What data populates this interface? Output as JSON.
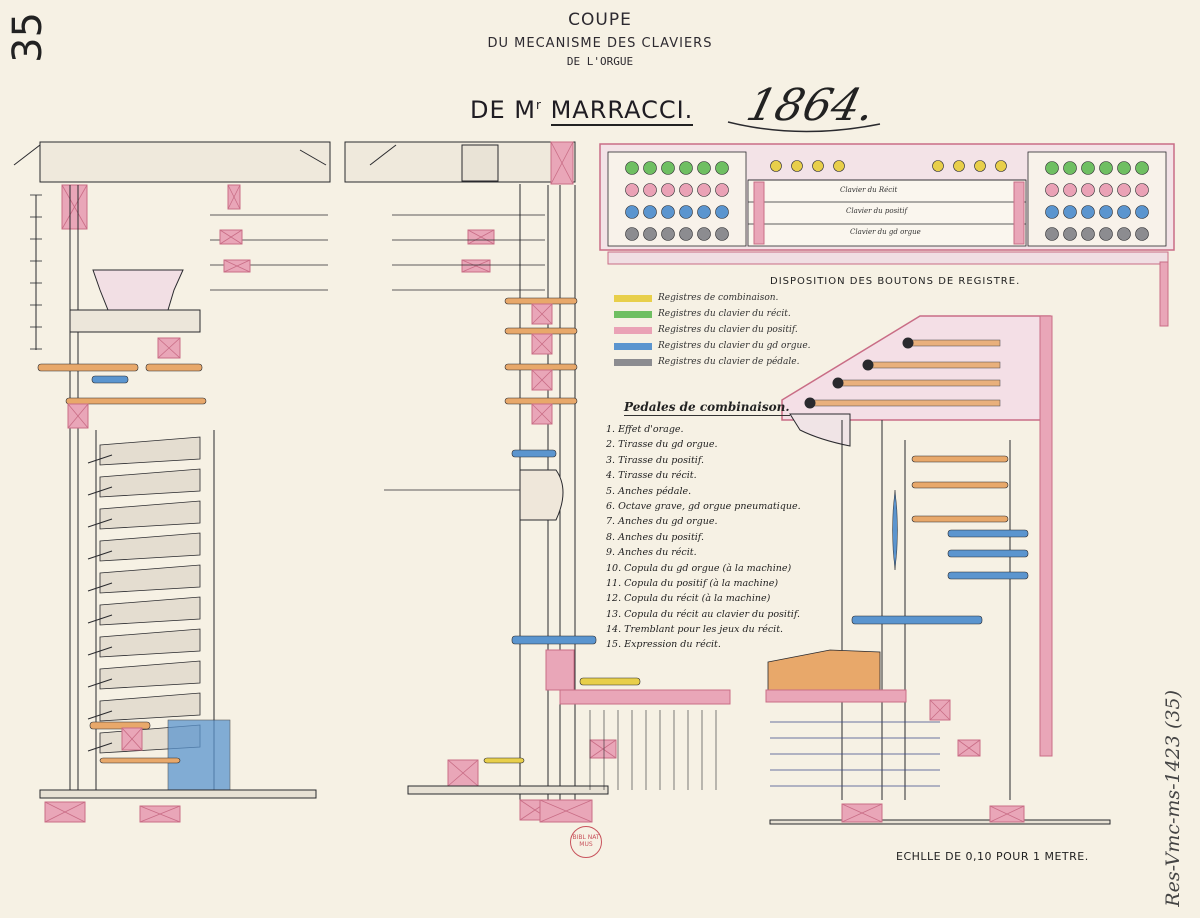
{
  "sheet_number": "35",
  "title": {
    "line1": "COUPE",
    "line2": "DU MECANISME DES CLAVIERS",
    "line3": "DE L'ORGUE",
    "main_prefix": "DE M",
    "main_sup": "r",
    "main_name": "MARRACCI.",
    "year": "1864."
  },
  "console": {
    "keyboard_labels": [
      "Clavier du Récit",
      "Clavier du positif",
      "Clavier du gd orgue"
    ],
    "caption": "DISPOSITION DES BOUTONS DE REGISTRE."
  },
  "legend": [
    {
      "color": "#e8cf4a",
      "label": "Registres de combinaison."
    },
    {
      "color": "#6fbf62",
      "label": "Registres du clavier du récit."
    },
    {
      "color": "#eaa2b6",
      "label": "Registres du clavier du positif."
    },
    {
      "color": "#5b95cf",
      "label": "Registres du clavier du gd orgue."
    },
    {
      "color": "#8c8c90",
      "label": "Registres du clavier de pédale."
    }
  ],
  "pedales": {
    "title": "Pedales de combinaison.",
    "items": [
      "1. Effet d'orage.",
      "2. Tirasse du gd orgue.",
      "3. Tirasse du positif.",
      "4. Tirasse du récit.",
      "5. Anches pédale.",
      "6. Octave grave, gd orgue pneumatique.",
      "7. Anches du gd orgue.",
      "8. Anches du positif.",
      "9. Anches du récit.",
      "10. Copula du gd orgue (à la machine)",
      "11. Copula du positif (à la machine)",
      "12. Copula du récit (à la machine)",
      "13. Copula du récit au clavier du positif.",
      "14. Tremblant pour les jeux du récit.",
      "15. Expression du récit."
    ]
  },
  "scale": "ECHLLE DE 0,10 POUR 1 METRE.",
  "catalog": "Res-Vmc-ms-1423 (35)",
  "stamp": "BIBL NAT MUS",
  "colors": {
    "paper": "#f6f1e4",
    "ink": "#2a2a2e",
    "pink": "#e9a6b8",
    "pink_dark": "#c96d86",
    "blue": "#5b95cf",
    "orange": "#e8a86a",
    "yellow": "#e8cf4a",
    "green": "#6fbf62",
    "grey": "#8c8c90"
  },
  "knob_rows": {
    "left": [
      "#6fbf62",
      "#eaa2b6",
      "#5b95cf",
      "#8c8c90"
    ],
    "middle": [
      "#e8cf4a",
      "#e8cf4a"
    ],
    "right": [
      "#6fbf62",
      "#eaa2b6",
      "#5b95cf",
      "#8c8c90"
    ]
  }
}
